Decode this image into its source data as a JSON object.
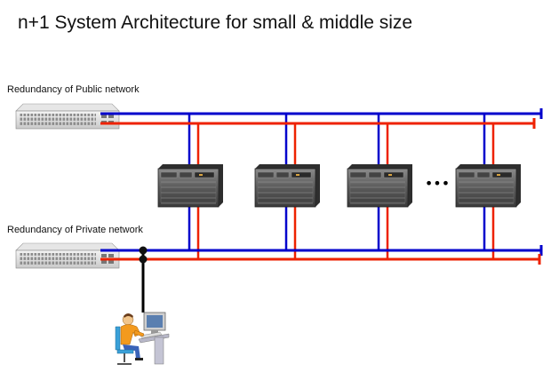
{
  "title": "n+1 System Architecture for small & middle size",
  "labels": {
    "public_network": "Redundancy of Public network",
    "private_network": "Redundancy of Private network",
    "ellipsis": "•••"
  },
  "colors": {
    "blue_line": "#0000cc",
    "red_line": "#ee2200",
    "junction": "#111111"
  },
  "icons": {
    "switch": "network-switch-icon",
    "server": "rack-server-icon",
    "operator": "operator-workstation-icon"
  }
}
